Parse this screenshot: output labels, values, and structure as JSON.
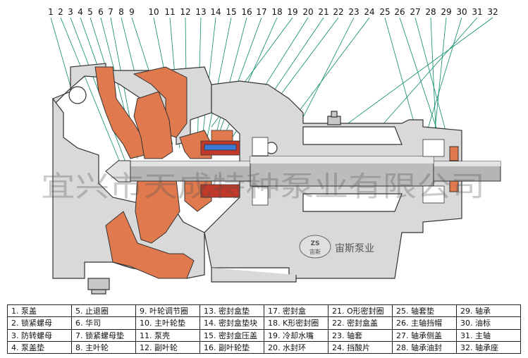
{
  "callout_numbers": [
    "1",
    "2",
    "3",
    "4",
    "5",
    "6",
    "7",
    "8",
    "9",
    "10",
    "11",
    "12",
    "13",
    "14",
    "15",
    "16",
    "17",
    "18",
    "19",
    "20",
    "21",
    "22",
    "23",
    "24",
    "25",
    "26",
    "27",
    "28",
    "29",
    "30",
    "31",
    "32"
  ],
  "watermark": "宜兴市天成特种泵业有限公司",
  "logo": {
    "mark": "ZS",
    "sub": "宙斯",
    "brand": "宙斯泵业"
  },
  "colors": {
    "casing": "#d9d9d9",
    "impeller": "#e07a4e",
    "outline": "#333333",
    "shaft": "#b5b5b5",
    "seal_blue": "#3a7bd5",
    "seal_red": "#c0392b",
    "leader": "#0a8a6a"
  },
  "legend": [
    [
      "1. 泵盖",
      "5. 止退圈",
      "9. 叶轮调节圈",
      "13. 密封盒垫",
      "17. 密封盒",
      "21. O形密封圈",
      "25. 轴套垫",
      "29. 轴承"
    ],
    [
      "2. 锁紧螺母",
      "6. 华司",
      "10. 主叶轮垫",
      "14. 密封盒垫块",
      "18. K形密封圈",
      "22. 密封盒盖",
      "26. 主轴挡帽",
      "30. 油标"
    ],
    [
      "3. 防转螺母",
      "7. 锁紧螺母垫",
      "11. 泵壳",
      "15. 密封盒压盖",
      "19. 冷却水嘴",
      "23. 轴套",
      "27. 轴承侧盖",
      "31. 主轴"
    ],
    [
      "4. 泵盖垫",
      "8. 主叶轮",
      "12. 副叶轮",
      "16. 副叶轮垫",
      "20. 水封环",
      "24. 挡酸片",
      "28. 轴承油封",
      "32. 轴承座"
    ]
  ]
}
